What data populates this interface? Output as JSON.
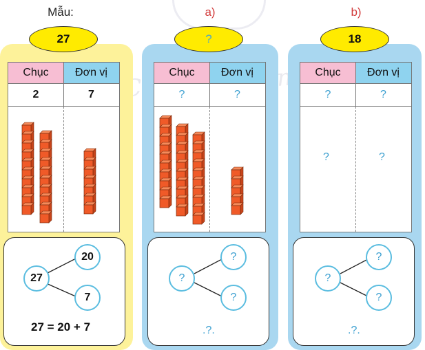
{
  "sample": {
    "label": "Mẫu:",
    "number": "27",
    "col_tens": "Chục",
    "col_units": "Đơn vị",
    "tens": "2",
    "units": "7",
    "tens_rods": 2,
    "unit_cubes": 7,
    "whole": "27",
    "part_tens": "20",
    "part_units": "7",
    "equation": "27 = 20 + 7"
  },
  "task_a": {
    "label": "a)",
    "number": "?",
    "col_tens": "Chục",
    "col_units": "Đơn vị",
    "tens": "?",
    "units": "?",
    "tens_rods": 3,
    "unit_cubes": 5,
    "whole": "?",
    "part_tens": "?",
    "part_units": "?",
    "equation": ".?."
  },
  "task_b": {
    "label": "b)",
    "number": "18",
    "col_tens": "Chục",
    "col_units": "Đơn vị",
    "tens": "?",
    "units": "?",
    "tens_cell": "?",
    "units_cell": "?",
    "whole": "?",
    "part_tens": "?",
    "part_units": "?",
    "equation": ".?."
  },
  "watermark": "Chân trời sáng tạo",
  "colors": {
    "cube": "#f05a28",
    "cube_stroke": "#7a2a0c",
    "oval": "#ffeb00",
    "panel_sample": "#fdf29a",
    "panel_task": "#a9d7f0",
    "header_tens": "#f7bed3",
    "header_units": "#8fd3ef"
  }
}
